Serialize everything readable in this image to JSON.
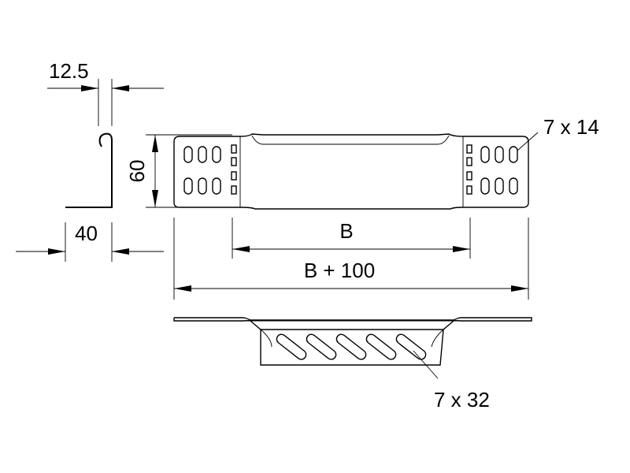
{
  "dimensions": {
    "lip_thickness": "12.5",
    "flange_width": "40",
    "plate_height": "60",
    "inner_length": "B",
    "overall_length": "B + 100",
    "end_slot_size": "7 x 14",
    "bottom_slot_size": "7 x 32"
  }
}
